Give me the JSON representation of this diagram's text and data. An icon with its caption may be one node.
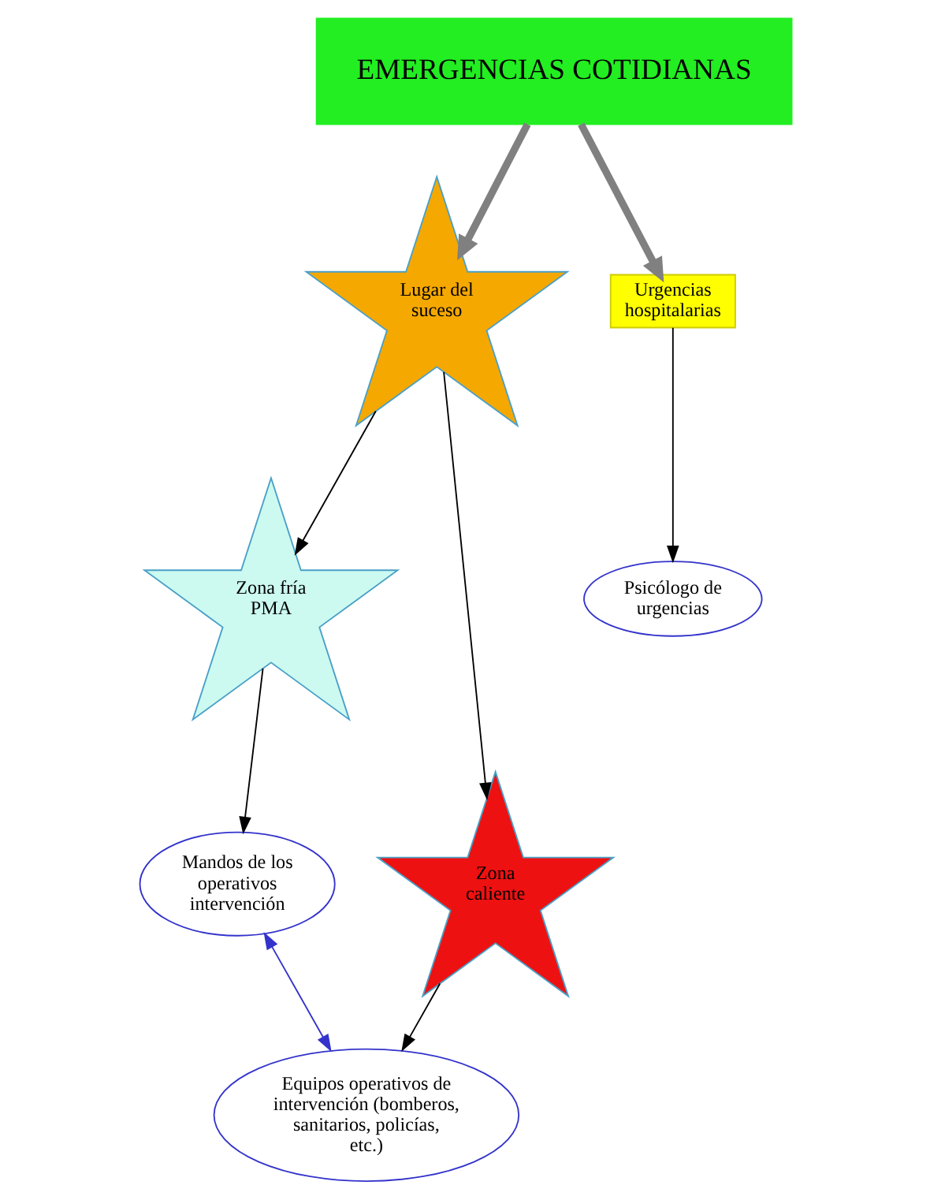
{
  "diagram": {
    "nodes": [
      {
        "text": [
          "EMERGENCIAS COTIDIANAS"
        ]
      },
      {
        "text": [
          "Lugar del suceso"
        ]
      },
      {
        "text": [
          "Urgencias hospitalarias"
        ]
      },
      {
        "text": [
          "Zona fría PMA"
        ]
      },
      {
        "text": [
          "Psicólogo de urgencias"
        ]
      },
      {
        "text": [
          "Mandos de los operativos intervención"
        ]
      },
      {
        "text": [
          "Zona caliente"
        ]
      },
      {
        "text": [
          "Equipos operativos de intervención (bomberos, sanitarios, policías, etc.)"
        ]
      }
    ],
    "edges": [
      {
        "from": 0,
        "to": 1,
        "arrow": "to",
        "style": "thick",
        "color": "#808080"
      },
      {
        "from": 0,
        "to": 2,
        "arrow": "to",
        "style": "thick",
        "color": "#808080"
      },
      {
        "from": 1,
        "to": 3,
        "arrow": "to"
      },
      {
        "from": 1,
        "to": 6,
        "arrow": "to"
      },
      {
        "from": 2,
        "to": 4,
        "arrow": "to"
      },
      {
        "from": 3,
        "to": 5,
        "arrow": "to"
      },
      {
        "from": 6,
        "to": 7,
        "arrow": "to"
      },
      {
        "from": 5,
        "to": 7,
        "arrow": "both",
        "color": "#3333cc"
      }
    ]
  }
}
